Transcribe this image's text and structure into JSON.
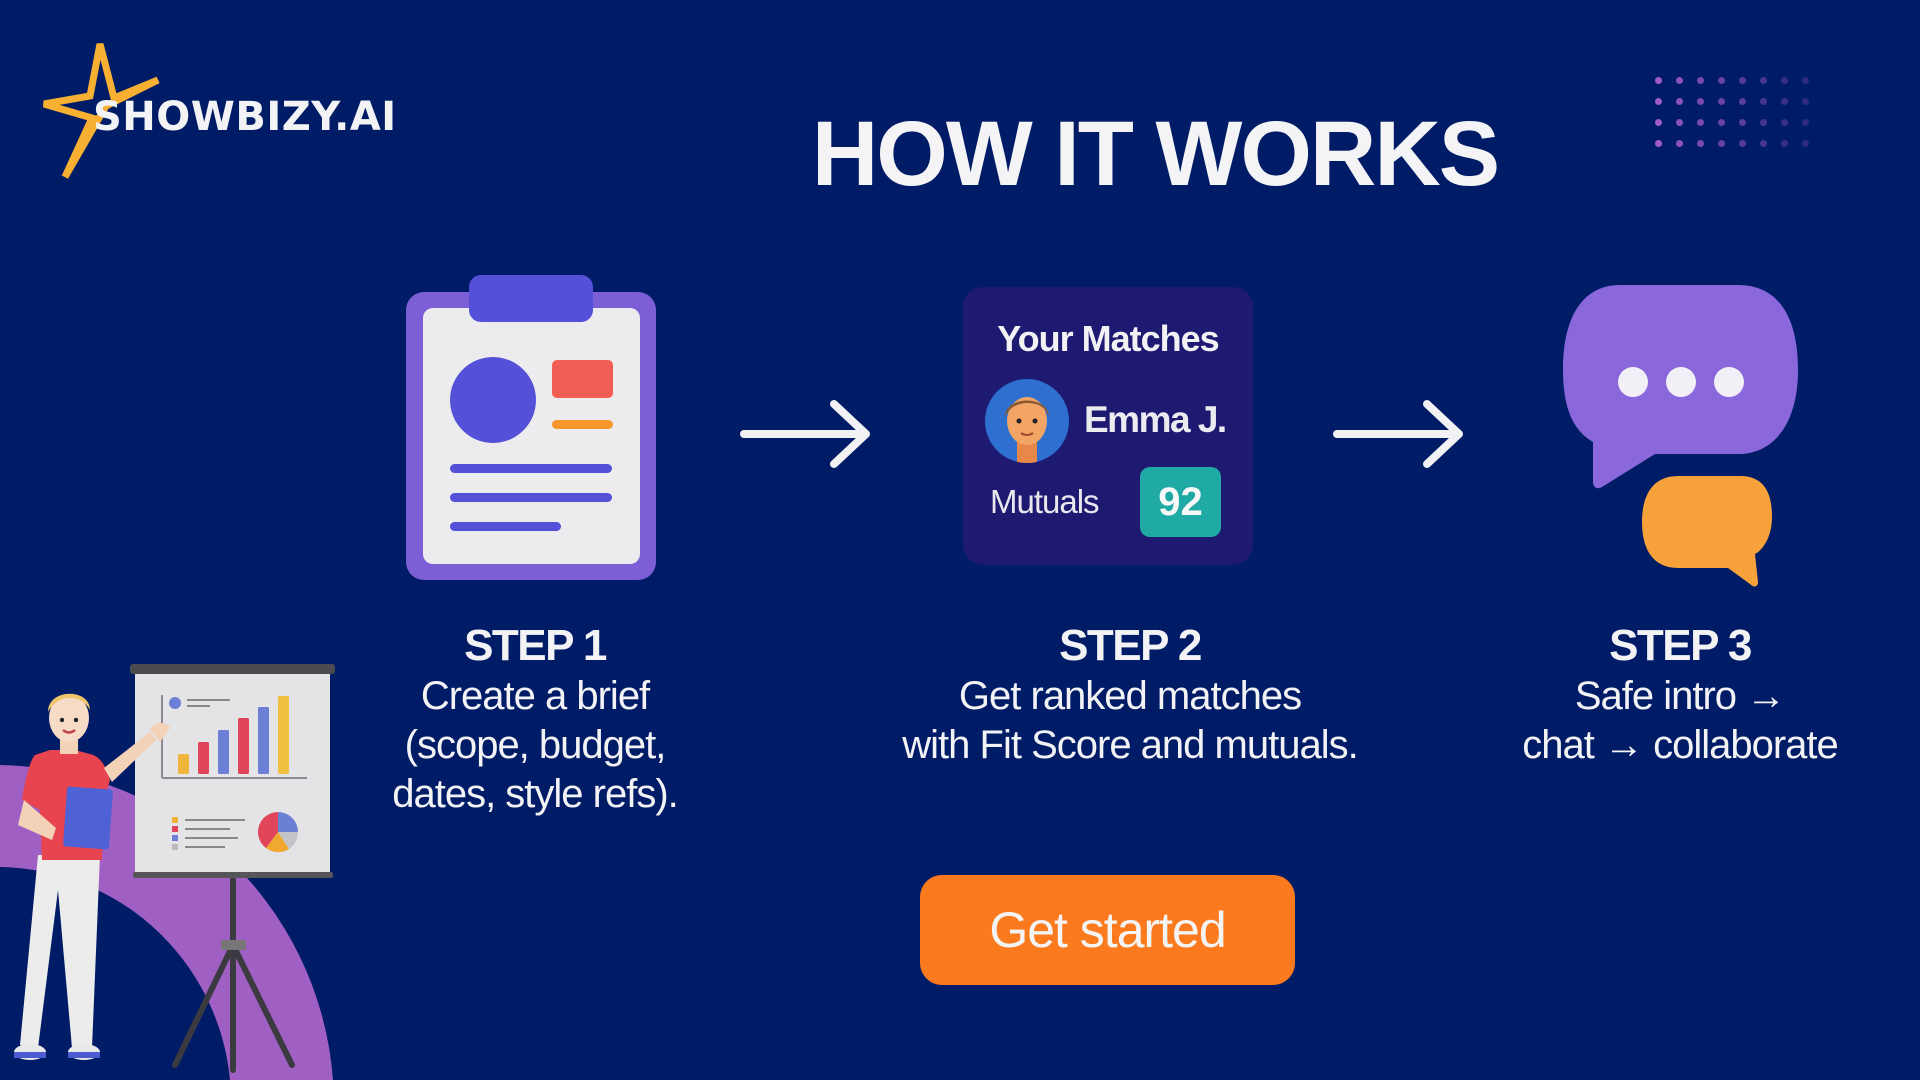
{
  "brand": {
    "name": "SHOWBIZY.AI",
    "icon": "star-outline-icon",
    "star_color": "#f7b032"
  },
  "header": {
    "title": "HOW IT WORKS"
  },
  "colors": {
    "background": "#011c66",
    "accent_purple": "#7c5fd6",
    "accent_indigo": "#5550d8",
    "accent_orange": "#fb7a1e",
    "accent_teal": "#20aaa6",
    "accent_coral": "#f25e54",
    "ring_purple": "#a05fc2"
  },
  "steps": [
    {
      "label": "STEP 1",
      "lines": [
        "Create a brief",
        "(scope, budget,",
        "dates, style refs)."
      ],
      "icon": "clipboard-brief-icon"
    },
    {
      "label": "STEP 2",
      "lines": [
        "Get ranked matches",
        "with Fit Score and mutuals."
      ],
      "icon": "matches-card-icon"
    },
    {
      "label": "STEP 3",
      "lines": [
        "Safe intro →",
        "chat → collaborate"
      ],
      "icon": "chat-bubbles-icon"
    }
  ],
  "matches_card": {
    "title": "Your Matches",
    "name": "Emma J.",
    "mutuals_label": "Mutuals",
    "score": "92",
    "avatar": "person-avatar-icon"
  },
  "arrows": [
    "arrow-right-icon",
    "arrow-right-icon"
  ],
  "cta": {
    "label": "Get started"
  },
  "illustration": {
    "subject": "presenter-with-easel",
    "easel_bar_heights": [
      20,
      32,
      44,
      56,
      67,
      78
    ],
    "easel_bar_colors": [
      "#f0b43a",
      "#e0455a",
      "#6b7fd4",
      "#e0455a",
      "#6b7fd4",
      "#f0c040"
    ]
  },
  "decor": {
    "dot_grid": {
      "rows": 4,
      "cols": 8
    }
  }
}
